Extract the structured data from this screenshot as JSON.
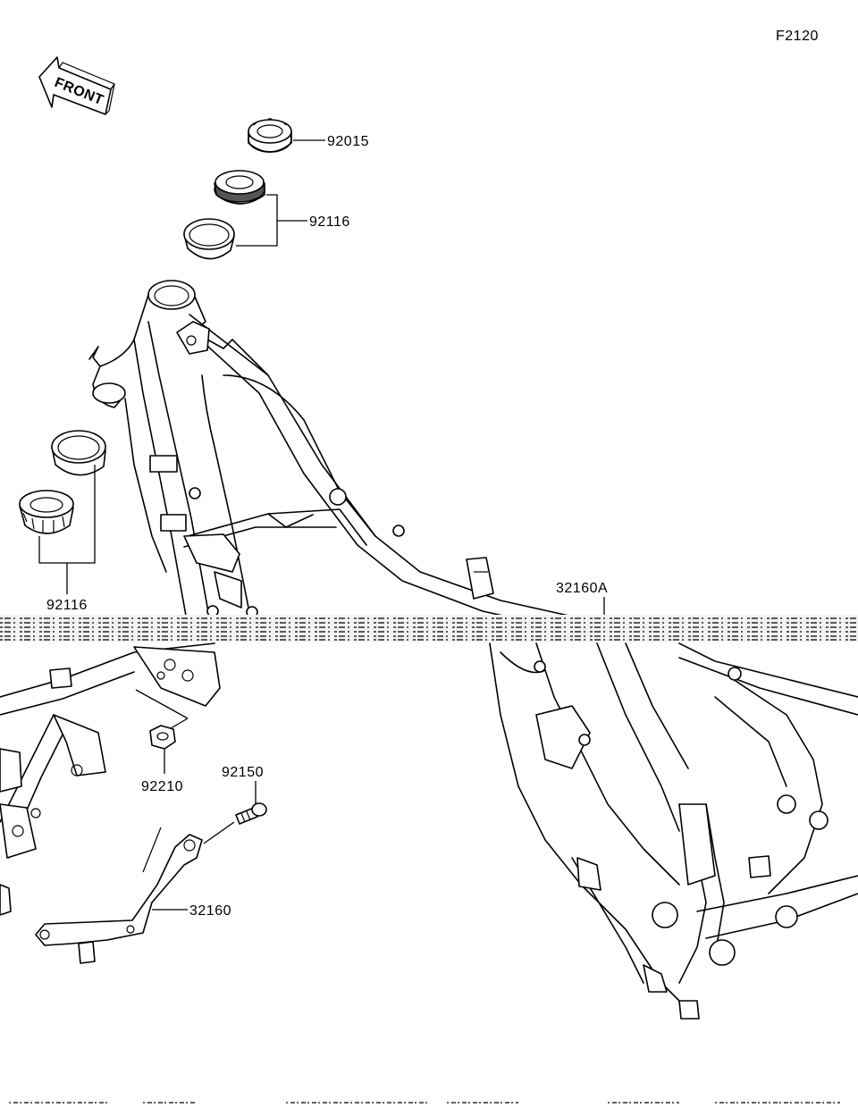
{
  "figure_code": "F2120",
  "front_indicator": "FRONT",
  "callouts": [
    {
      "id": "92015",
      "text": "92015"
    },
    {
      "id": "92116-top",
      "text": "92116"
    },
    {
      "id": "92116-bottom",
      "text": "92116"
    },
    {
      "id": "32160A",
      "text": "32160A"
    },
    {
      "id": "92210",
      "text": "92210"
    },
    {
      "id": "92150",
      "text": "92150"
    },
    {
      "id": "32160",
      "text": "32160"
    }
  ]
}
